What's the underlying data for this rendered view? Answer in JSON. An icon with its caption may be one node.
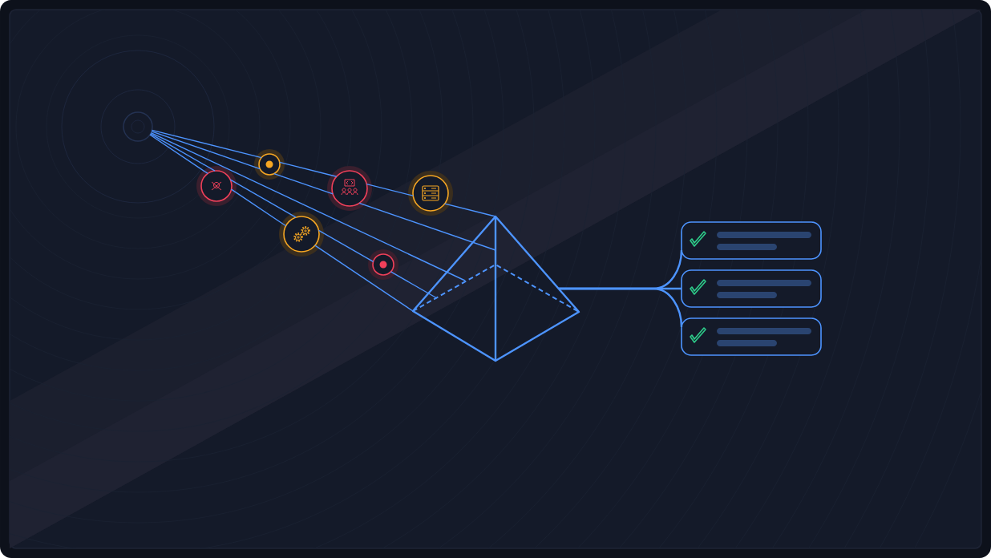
{
  "diagram": {
    "nodes": [
      {
        "text": [],
        "shape": "circle"
      },
      {
        "text": [],
        "shape": "circle"
      },
      {
        "text": [],
        "shape": "circle"
      },
      {
        "text": [],
        "shape": "circle"
      },
      {
        "text": [],
        "shape": "circle"
      },
      {
        "text": [],
        "shape": "circle"
      },
      {
        "text": [],
        "shape": "circle"
      },
      {
        "text": [],
        "shape": "pyramid"
      },
      {
        "text": [],
        "shape": "box"
      },
      {
        "text": [],
        "shape": "box"
      },
      {
        "text": [],
        "shape": "box"
      }
    ],
    "edges": [
      {
        "from": 0,
        "to": 2,
        "arrow": "none"
      },
      {
        "from": 2,
        "to": 4,
        "arrow": "none"
      },
      {
        "from": 4,
        "to": 6,
        "arrow": "none"
      },
      {
        "from": 6,
        "to": 7,
        "arrow": "none"
      },
      {
        "from": 0,
        "to": 2,
        "arrow": "none"
      },
      {
        "from": 2,
        "to": 4,
        "arrow": "none"
      },
      {
        "from": 4,
        "to": 7,
        "arrow": "none"
      },
      {
        "from": 0,
        "to": 7,
        "arrow": "none"
      },
      {
        "from": 0,
        "to": 1,
        "arrow": "none"
      },
      {
        "from": 1,
        "to": 3,
        "arrow": "none"
      },
      {
        "from": 3,
        "to": 5,
        "arrow": "none"
      },
      {
        "from": 5,
        "to": 7,
        "arrow": "none"
      },
      {
        "from": 0,
        "to": 1,
        "arrow": "none"
      },
      {
        "from": 1,
        "to": 3,
        "arrow": "none"
      },
      {
        "from": 3,
        "to": 7,
        "arrow": "none"
      },
      {
        "from": 7,
        "to": 8,
        "arrow": "none"
      },
      {
        "from": 7,
        "to": 9,
        "arrow": "none"
      },
      {
        "from": 7,
        "to": 10,
        "arrow": "none"
      }
    ]
  }
}
